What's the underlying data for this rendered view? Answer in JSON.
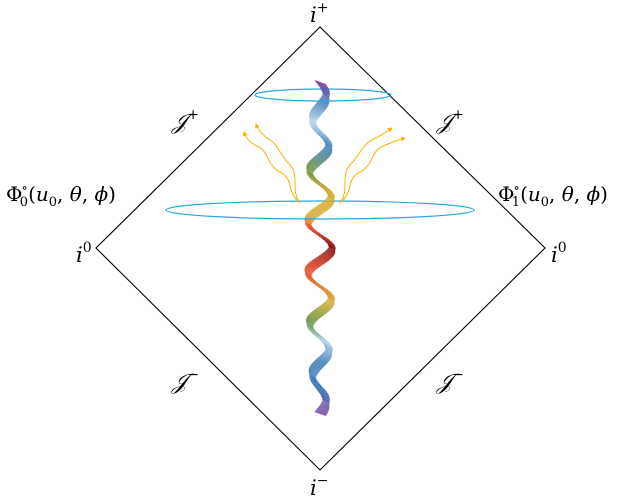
{
  "vertices": {
    "top": {
      "base": "i",
      "sup": "+"
    },
    "bottom": {
      "base": "i",
      "sup": "−"
    },
    "left": {
      "base": "i",
      "sup": "0"
    },
    "right": {
      "base": "i",
      "sup": "0"
    }
  },
  "null_infinity": {
    "upper_left": {
      "base": "𝒥",
      "sup": "+"
    },
    "upper_right": {
      "base": "𝒥",
      "sup": "+"
    },
    "lower_left": {
      "base": "𝒥",
      "sup": "−"
    },
    "lower_right": {
      "base": "𝒥",
      "sup": "−"
    }
  },
  "fields": {
    "left": {
      "base": "Φ",
      "circ": "∘",
      "index": "0",
      "open": "(",
      "u": "u",
      "u_index": "0",
      "rest": ", ",
      "theta": "θ",
      "sep": ", ",
      "phi": "ϕ",
      "close": ")"
    },
    "right": {
      "base": "Φ",
      "circ": "∘",
      "index": "1",
      "open": "(",
      "u": "u",
      "u_index": "0",
      "rest": ", ",
      "theta": "θ",
      "sep": ", ",
      "phi": "ϕ",
      "close": ")"
    }
  },
  "colors": {
    "diamond": "#000000",
    "cuts": "#29a8e0",
    "radiation": "#f2b705",
    "helix": [
      "#7b3fa0",
      "#3a78b6",
      "#b7d3ec",
      "#5b8c33",
      "#d4a92a",
      "#e53b1b",
      "#7a0000"
    ]
  }
}
